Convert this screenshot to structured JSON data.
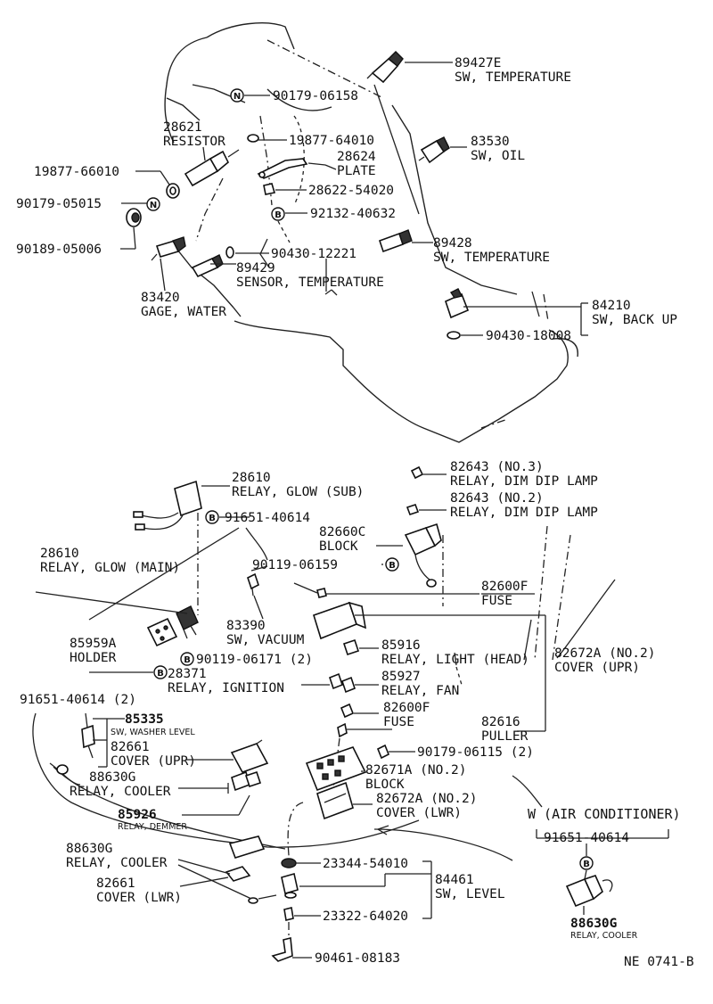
{
  "labels": {
    "p89427e_no": "89427E",
    "p89427e_name": "SW, TEMPERATURE",
    "p90179_06158": "90179-06158",
    "p28621_no": "28621",
    "p28621_name": "RESISTOR",
    "p19877_64010": "19877-64010",
    "p28624_no": "28624",
    "p28624_name": "PLATE",
    "p83530_no": "83530",
    "p83530_name": "SW, OIL",
    "p19877_66010": "19877-66010",
    "p28622_54020": "28622-54020",
    "p90179_05015": "90179-05015",
    "p92132_40632": "92132-40632",
    "p90189_05006": "90189-05006",
    "p89428_no": "89428",
    "p89428_name": "SW, TEMPERATURE",
    "p90430_12221": "90430-12221",
    "p89429_no": "89429",
    "p89429_name": "SENSOR, TEMPERATURE",
    "p83420_no": "83420",
    "p83420_name": "GAGE, WATER",
    "p84210_no": "84210",
    "p84210_name": "SW, BACK UP",
    "p90430_18008": "90430-18008",
    "p82643_3_no": "82643 (NO.3)",
    "p82643_3_name": "RELAY, DIM DIP LAMP",
    "p28610sub_no": "28610",
    "p28610sub_name": "RELAY, GLOW (SUB)",
    "p82643_2_no": "82643 (NO.2)",
    "p82643_2_name": "RELAY, DIM DIP LAMP",
    "p91651_40614_a": "91651-40614",
    "p82660c_no": "82660C",
    "p82660c_name": "BLOCK",
    "p28610main_no": "28610",
    "p28610main_name": "RELAY, GLOW (MAIN)",
    "p90119_06159": "90119-06159",
    "p82600f_a_no": "82600F",
    "p82600f_a_name": "FUSE",
    "p83390_no": "83390",
    "p83390_name": "SW, VACUUM",
    "p85959a_no": "85959A",
    "p85959a_name": "HOLDER",
    "p85916_no": "85916",
    "p85916_name": "RELAY, LIGHT (HEAD)",
    "p82672a_upr_no": "82672A (NO.2)",
    "p82672a_upr_name": "COVER (UPR)",
    "p90119_06171": "90119-06171 (2)",
    "p28371_no": "28371",
    "p28371_name": "RELAY, IGNITION",
    "p85927_no": "85927",
    "p85927_name": "RELAY, FAN",
    "p91651_40614_2": "91651-40614 (2)",
    "p82600f_b_no": "82600F",
    "p82600f_b_name": "FUSE",
    "p85335_no": "85335",
    "p85335_name": "SW, WASHER LEVEL",
    "p82616_no": "82616",
    "p82616_name": "PULLER",
    "p82661_upr_no": "82661",
    "p82661_upr_name": "COVER (UPR)",
    "p90179_06115": "90179-06115 (2)",
    "p88630g_a_no": "88630G",
    "p88630g_a_name": "RELAY, COOLER",
    "p82671a_no": "82671A (NO.2)",
    "p82671a_name": "BLOCK",
    "p82672a_lwr_no": "82672A (NO.2)",
    "p82672a_lwr_name": "COVER (LWR)",
    "p85926_no": "85926",
    "p85926_name": "RELAY, DEMMER",
    "w_title": "W (AIR CONDITIONER)",
    "w_91651_40614": "91651-40614",
    "p88630g_b_no": "88630G",
    "p88630g_b_name": "RELAY, COOLER",
    "p23344_54010": "23344-54010",
    "p84461_no": "84461",
    "p84461_name": "SW, LEVEL",
    "p82661_lwr_no": "82661",
    "p82661_lwr_name": "COVER (LWR)",
    "p23322_64020": "23322-64020",
    "p90461_08183": "90461-08183",
    "figure_code": "NE 0741-B"
  },
  "badges": {
    "n": "N",
    "b": "B"
  }
}
